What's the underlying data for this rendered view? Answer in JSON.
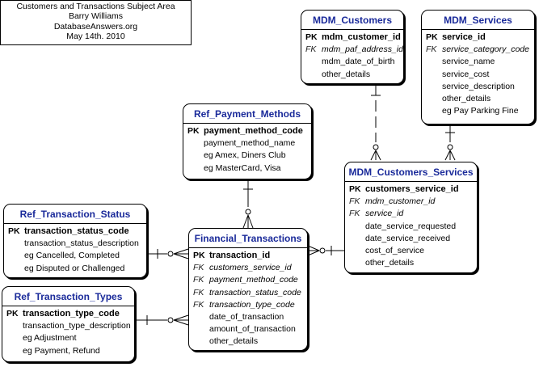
{
  "note": {
    "line1": "Customers and Transactions Subject Area",
    "line2": "Barry Williams",
    "line3": "DatabaseAnswers.org",
    "line4": "May 14th. 2010"
  },
  "entities": {
    "mdm_customers": {
      "title": "MDM_Customers",
      "rows": [
        {
          "key": "PK",
          "name": "mdm_customer_id"
        },
        {
          "key": "FK",
          "name": "mdm_paf_address_id"
        },
        {
          "key": "",
          "name": "mdm_date_of_birth"
        },
        {
          "key": "",
          "name": "other_details"
        }
      ]
    },
    "mdm_services": {
      "title": "MDM_Services",
      "rows": [
        {
          "key": "PK",
          "name": "service_id"
        },
        {
          "key": "FK",
          "name": "service_category_code"
        },
        {
          "key": "",
          "name": "service_name"
        },
        {
          "key": "",
          "name": "service_cost"
        },
        {
          "key": "",
          "name": "service_description"
        },
        {
          "key": "",
          "name": "other_details"
        },
        {
          "key": "",
          "name": "eg Pay Parking Fine"
        }
      ]
    },
    "ref_payment_methods": {
      "title": "Ref_Payment_Methods",
      "rows": [
        {
          "key": "PK",
          "name": "payment_method_code"
        },
        {
          "key": "",
          "name": "payment_method_name"
        },
        {
          "key": "",
          "name": "eg Amex, Diners Club"
        },
        {
          "key": "",
          "name": "eg MasterCard, Visa"
        }
      ]
    },
    "mdm_customers_services": {
      "title": "MDM_Customers_Services",
      "rows": [
        {
          "key": "PK",
          "name": "customers_service_id"
        },
        {
          "key": "FK",
          "name": "mdm_customer_id"
        },
        {
          "key": "FK",
          "name": "service_id"
        },
        {
          "key": "",
          "name": "date_service_requested"
        },
        {
          "key": "",
          "name": "date_service_received"
        },
        {
          "key": "",
          "name": "cost_of_service"
        },
        {
          "key": "",
          "name": "other_details"
        }
      ]
    },
    "ref_transaction_status": {
      "title": "Ref_Transaction_Status",
      "rows": [
        {
          "key": "PK",
          "name": "transaction_status_code"
        },
        {
          "key": "",
          "name": "transaction_status_description"
        },
        {
          "key": "",
          "name": "eg Cancelled, Completed"
        },
        {
          "key": "",
          "name": "eg Disputed or Challenged"
        }
      ]
    },
    "financial_transactions": {
      "title": "Financial_Transactions",
      "rows": [
        {
          "key": "PK",
          "name": "transaction_id"
        },
        {
          "key": "FK",
          "name": "customers_service_id"
        },
        {
          "key": "FK",
          "name": "payment_method_code"
        },
        {
          "key": "FK",
          "name": "transaction_status_code"
        },
        {
          "key": "FK",
          "name": "transaction_type_code"
        },
        {
          "key": "",
          "name": "date_of_transaction"
        },
        {
          "key": "",
          "name": "amount_of_transaction"
        },
        {
          "key": "",
          "name": "other_details"
        }
      ]
    },
    "ref_transaction_types": {
      "title": "Ref_Transaction_Types",
      "rows": [
        {
          "key": "PK",
          "name": "transaction_type_code"
        },
        {
          "key": "",
          "name": "transaction_type_description"
        },
        {
          "key": "",
          "name": "eg Adjustment"
        },
        {
          "key": "",
          "name": "eg Payment, Refund"
        }
      ]
    }
  },
  "relationships": [
    {
      "from": "MDM_Customers",
      "to": "MDM_Customers_Services",
      "cardinality": "one-to-zero-or-many",
      "style": "dashed"
    },
    {
      "from": "MDM_Services",
      "to": "MDM_Customers_Services",
      "cardinality": "one-to-zero-or-many",
      "style": "solid"
    },
    {
      "from": "Ref_Payment_Methods",
      "to": "Financial_Transactions",
      "cardinality": "one-to-zero-or-many",
      "style": "solid"
    },
    {
      "from": "MDM_Customers_Services",
      "to": "Financial_Transactions",
      "cardinality": "one-to-zero-or-many",
      "style": "solid"
    },
    {
      "from": "Ref_Transaction_Status",
      "to": "Financial_Transactions",
      "cardinality": "one-to-zero-or-many",
      "style": "solid"
    },
    {
      "from": "Ref_Transaction_Types",
      "to": "Financial_Transactions",
      "cardinality": "one-to-zero-or-many",
      "style": "solid"
    }
  ]
}
